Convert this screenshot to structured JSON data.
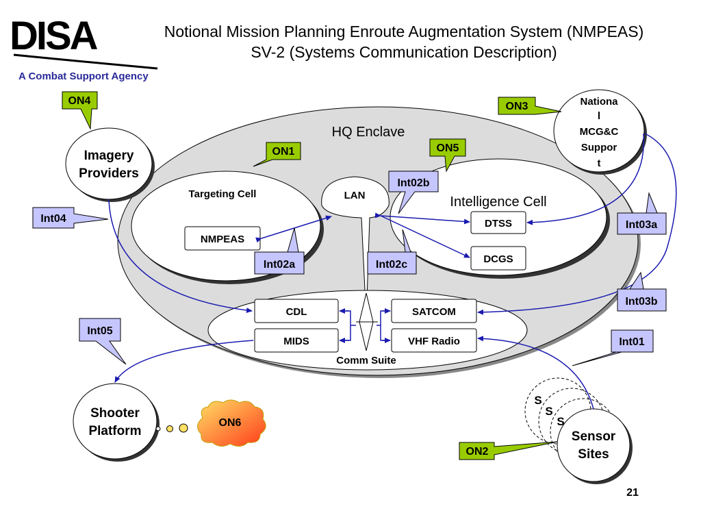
{
  "header": {
    "logo_text": "DISA",
    "tagline": "A Combat Support Agency",
    "title_line1": "Notional Mission Planning Enroute Augmentation System (NMPEAS)",
    "title_line2": "SV-2 (Systems Communication Description)"
  },
  "page_number": "21",
  "colors": {
    "on_callout_fill": "#99cc00",
    "int_callout_fill": "#c6c6ff",
    "enclave_fill": "#dcdcdc",
    "link_color": "#1a1ab0",
    "tagline_color": "#2a2a9a",
    "cloud_gradient_start": "#ffe066",
    "cloud_gradient_end": "#ff3b1a"
  },
  "enclave": {
    "label": "HQ Enclave"
  },
  "cells": {
    "targeting": {
      "label": "Targeting Cell",
      "system": "NMPEAS"
    },
    "intelligence": {
      "label": "Intelligence Cell",
      "systems": [
        "DTSS",
        "DCGS"
      ]
    },
    "lan": {
      "label": "LAN"
    },
    "comm_suite": {
      "label": "Comm Suite",
      "systems": [
        "CDL",
        "MIDS",
        "SATCOM",
        "VHF Radio"
      ]
    }
  },
  "external_nodes": {
    "imagery": {
      "line1": "Imagery",
      "line2": "Providers"
    },
    "national": {
      "lines": [
        "Nationa",
        "l",
        "MCG&C",
        "Suppor",
        "t"
      ]
    },
    "shooter": {
      "line1": "Shooter",
      "line2": "Platform"
    },
    "sensor": {
      "line1": "Sensor",
      "line2": "Sites",
      "stack_letters": [
        "S",
        "S",
        "S"
      ]
    }
  },
  "on_callouts": [
    "ON4",
    "ON1",
    "ON5",
    "ON3",
    "ON6",
    "ON2"
  ],
  "interface_callouts": [
    "Int04",
    "Int02b",
    "Int02a",
    "Int02c",
    "Int03a",
    "Int03b",
    "Int05",
    "Int01"
  ]
}
